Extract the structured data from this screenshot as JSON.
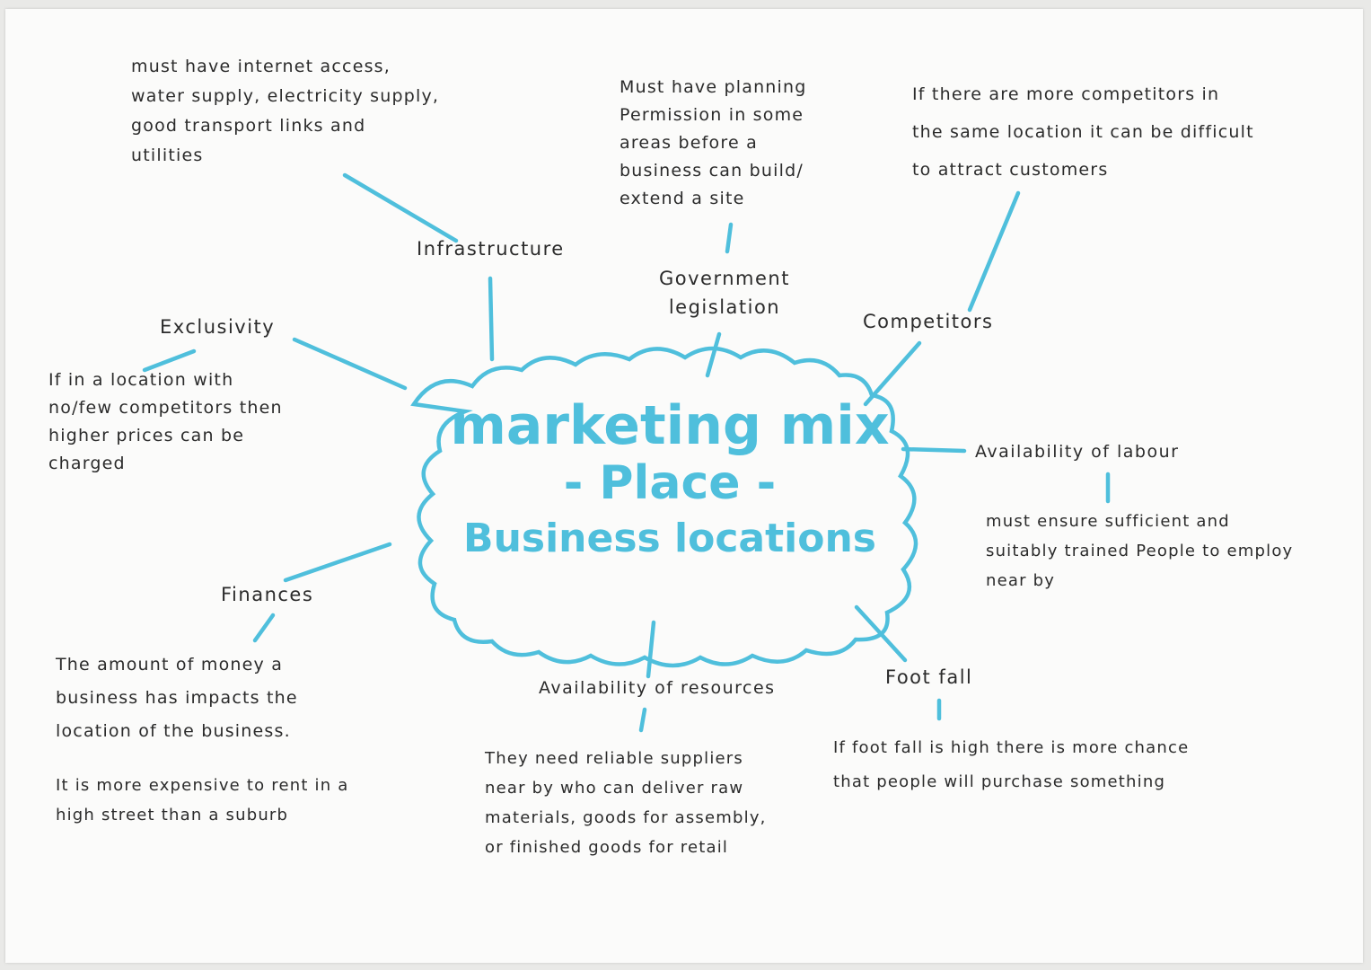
{
  "accent_color": "#4fbfdc",
  "ink_color": "#2b2b2b",
  "center": {
    "line1": "marketing mix",
    "line2": "- Place -",
    "line3": "Business locations"
  },
  "branches": {
    "infrastructure": {
      "label": "Infrastructure",
      "note": "must have internet access,\nwater supply, electricity supply,\ngood transport links and\nutilities"
    },
    "government": {
      "label": "Government\nlegislation",
      "note": "Must have planning\nPermission in some\nareas before a\nbusiness can build/\nextend a site"
    },
    "competitors": {
      "label": "Competitors",
      "note": "If there are more competitors in\nthe same location it can be difficult\nto attract customers"
    },
    "exclusivity": {
      "label": "Exclusivity",
      "note": "If in a location with\nno/few competitors then\nhigher prices can be\ncharged"
    },
    "labour": {
      "label": "Availability of labour",
      "note": "must ensure sufficient and\nsuitably trained People to employ\nnear by"
    },
    "finances": {
      "label": "Finances",
      "note": "The amount of money a\nbusiness has impacts the\nlocation of the business.",
      "note2": "It is more expensive to rent in a\nhigh street than a suburb"
    },
    "resources": {
      "label": "Availability of resources",
      "note": "They need reliable suppliers\nnear by who can deliver raw\nmaterials, goods for assembly,\nor finished goods for retail"
    },
    "footfall": {
      "label": "Foot fall",
      "note": "If foot fall is high there is more chance\nthat people will purchase something"
    }
  }
}
